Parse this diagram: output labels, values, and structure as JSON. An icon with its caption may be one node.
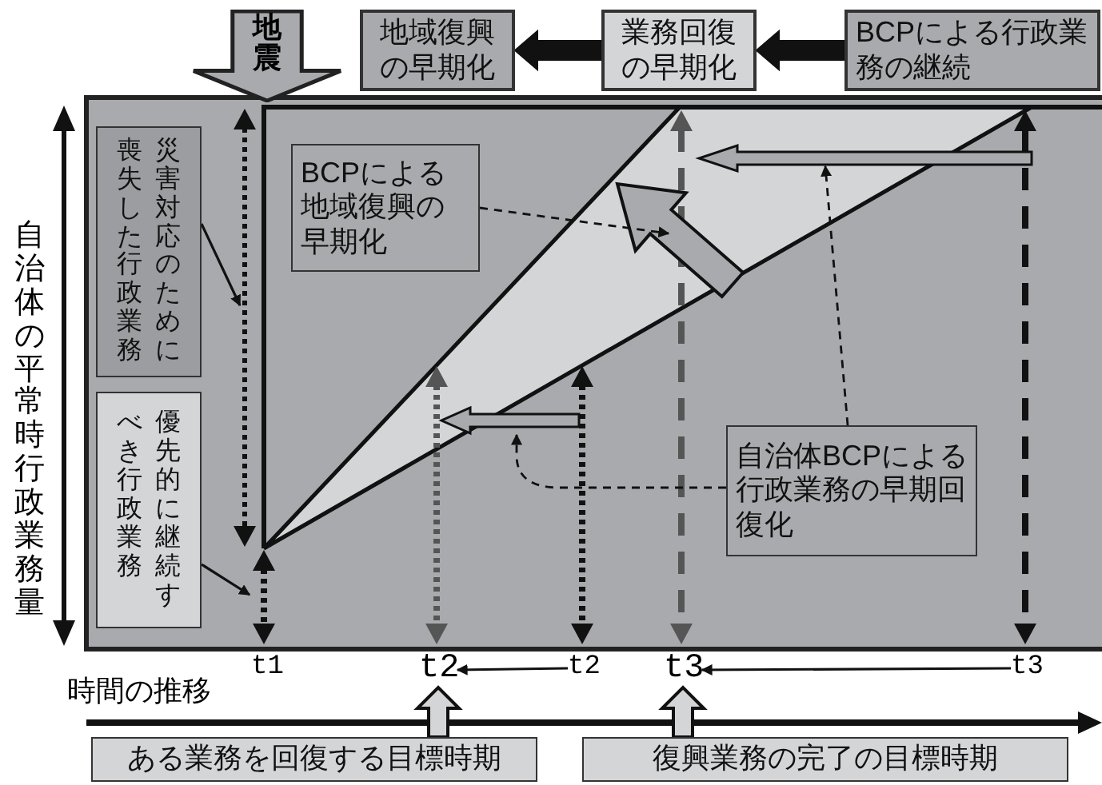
{
  "diagram": {
    "nodes": [
      {
        "text": [
          "地震"
        ]
      },
      {
        "text": [
          "地域復興の早期化"
        ]
      },
      {
        "text": [
          "業務回復の早期化"
        ]
      },
      {
        "text": [
          "BCPによる行政業務の継続"
        ]
      },
      {
        "text": [
          "災害対応のために喪失した行政業務"
        ]
      },
      {
        "text": [
          "優先的に継続すべき行政業務"
        ]
      },
      {
        "text": [
          "BCPによる地域復興の早期化"
        ]
      },
      {
        "text": [
          "自治体BCPによる行政業務の早期回復化"
        ]
      },
      {
        "text": [
          "ある業務を回復する目標時期"
        ]
      },
      {
        "text": [
          "復興業務の完了の目標時期"
        ]
      },
      {
        "text": [
          "t1"
        ]
      },
      {
        "text": [
          "t2"
        ]
      },
      {
        "text": [
          "t2"
        ]
      },
      {
        "text": [
          "t3"
        ]
      },
      {
        "text": [
          "t3"
        ]
      }
    ],
    "edges": [
      {
        "from": 2,
        "to": 1,
        "arrow": "to",
        "style": "thick"
      },
      {
        "from": 3,
        "to": 2,
        "arrow": "to",
        "style": "thick"
      },
      {
        "from": 12,
        "to": 11,
        "arrow": "to"
      },
      {
        "from": 14,
        "to": 13,
        "arrow": "to"
      },
      {
        "from": 8,
        "to": 11,
        "arrow": "to",
        "style": "thick",
        "color": "#d4d5d7"
      },
      {
        "from": 9,
        "to": 13,
        "arrow": "to",
        "style": "thick",
        "color": "#d4d5d7"
      },
      {
        "from": 4,
        "to": null,
        "arrow": "to"
      },
      {
        "from": 5,
        "to": null,
        "arrow": "to"
      },
      {
        "from": 6,
        "to": null,
        "arrow": "to",
        "style": "dashed"
      },
      {
        "from": 7,
        "to": null,
        "arrow": "to",
        "style": "dashed"
      },
      {
        "from": 7,
        "to": null,
        "arrow": "to",
        "style": "dashed"
      }
    ],
    "labels": [
      "自治体の平常時行政業務量",
      "時間の推移"
    ]
  }
}
